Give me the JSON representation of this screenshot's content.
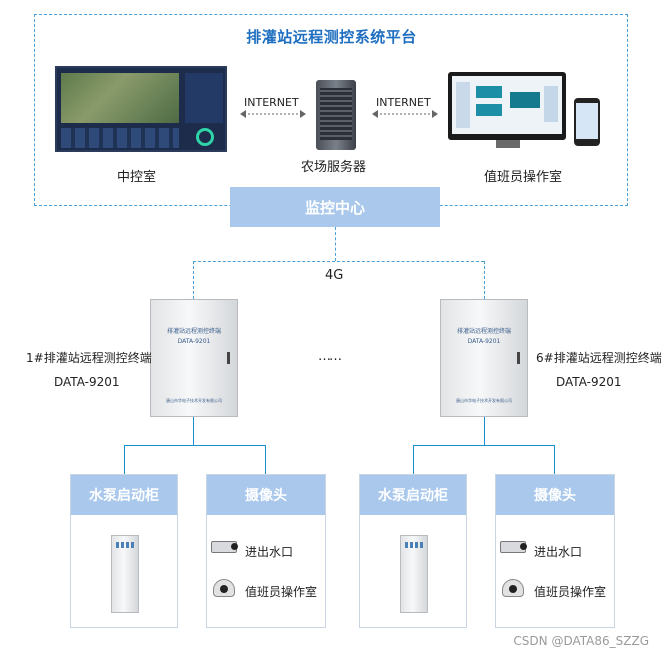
{
  "platform": {
    "title": "排灌站远程测控系统平台",
    "internet_left": "INTERNET",
    "internet_right": "INTERNET",
    "control_room": "中控室",
    "server": "农场服务器",
    "duty_room": "值班员操作室"
  },
  "monitoring_center": "监控中心",
  "network_label": "4G",
  "terminals": {
    "left_name": "1#排灌站远程测控终端",
    "left_model": "DATA-9201",
    "right_name": "6#排灌站远程测控终端",
    "right_model": "DATA-9201",
    "ellipsis": "……",
    "cabinet_title": "排灌站远程测控终端",
    "cabinet_model": "DATA-9201",
    "cabinet_footer": "唐山市华电子技术开发有限公司"
  },
  "panels": {
    "pump_cabinet": "水泵启动柜",
    "camera": "摄像头",
    "water_inlet": "进出水口",
    "duty_room": "值班员操作室"
  },
  "watermark": "CSDN @DATA86_SZZG"
}
